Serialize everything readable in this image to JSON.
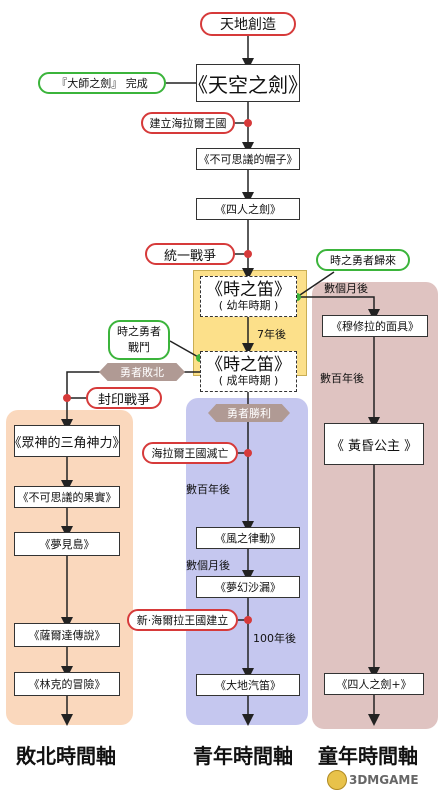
{
  "nodes": {
    "creation": "天地創造",
    "master_sword": "『大師之劍』 完成",
    "skyward_sword": "《天空之劍》",
    "hyrule_founded": "建立海拉爾王國",
    "minish_cap": "《不可思議的帽子》",
    "four_swords": "《四人之劍》",
    "unification_war": "統一戰爭",
    "hero_returns": "時之勇者歸來",
    "ocarina": "《時之笛》",
    "child_era": "( 幼年時期 )",
    "seven_years_later": "7年後",
    "hero_battle_line1": "時之勇者",
    "hero_battle_line2": "戰鬥",
    "ocarina_adult": "《時之笛》",
    "adult_era": "( 成年時期 )",
    "hero_defeated": "勇者敗北",
    "sealing_war": "封印戰爭",
    "hero_victory": "勇者勝利",
    "several_months_child": "數個月後",
    "majoras_mask": "《穆修拉的面具》",
    "hundreds_years_child": "數百年後",
    "twilight_princess": "《 黃昏公主 》",
    "four_swords_plus": "《四人之劍+》",
    "link_to_past": "《眾神的三角神力》",
    "oracle": "《不可思議的果實》",
    "links_awakening": "《夢見島》",
    "zelda_legend": "《薩爾達傳說》",
    "adventure_of_link": "《林克的冒險》",
    "hyrule_destroyed": "海拉爾王國滅亡",
    "hundreds_years_adult": "數百年後",
    "wind_waker": "《風之律動》",
    "several_months_adult": "數個月後",
    "phantom_hourglass": "《夢幻沙漏》",
    "new_hyrule": "新·海爾拉王國建立",
    "hundred_years_later": "100年後",
    "spirit_tracks": "《大地汽笛》"
  },
  "timelines": {
    "downfall": "敗北時間軸",
    "adult": "青年時間軸",
    "child": "童年時間軸"
  },
  "watermark": "3DMGAME",
  "colors": {
    "event_red": "#d63a3a",
    "event_green": "#3bb43b",
    "ocarina_bg": "#fce08a",
    "downfall_bg": "#fad8bd",
    "adult_bg": "#c5c7ef",
    "child_bg": "#dfc3c1",
    "hex_bg": "#b09a94"
  }
}
